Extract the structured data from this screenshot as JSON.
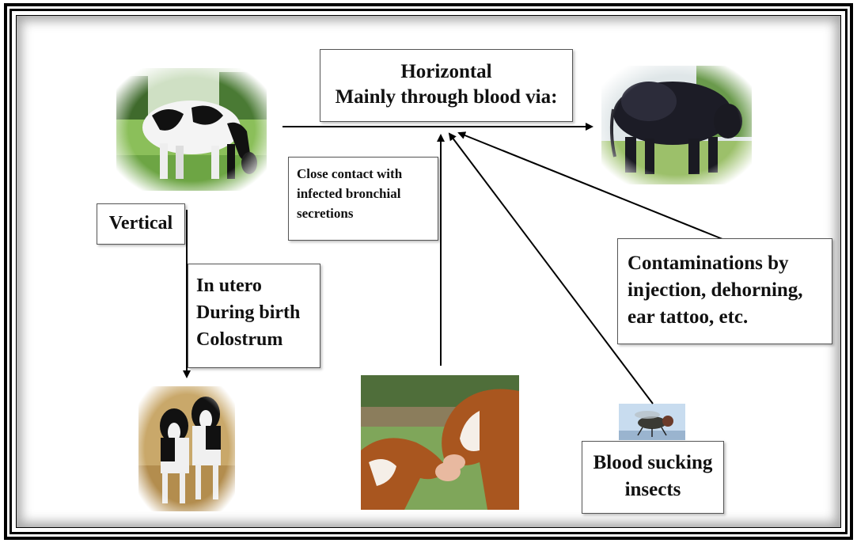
{
  "diagram": {
    "horizontal_box": {
      "line1": "Horizontal",
      "line2": "Mainly through blood via:"
    },
    "vertical_box": {
      "label": "Vertical"
    },
    "vertical_routes": {
      "line1": "In utero",
      "line2": "During birth",
      "line3": "Colostrum"
    },
    "close_contact_box": {
      "line1": "Close contact with",
      "line2": "infected bronchial",
      "line3": "secretions"
    },
    "contamination_box": {
      "line1": "Contaminations by",
      "line2": "injection, dehorning,",
      "line3": "ear tattoo, etc."
    },
    "insects_box": {
      "line1": "Blood sucking",
      "line2": "insects"
    }
  },
  "images": {
    "cow_mother": "holstein-cow-image",
    "bull": "black-bull-image",
    "calves": "holstein-calves-image",
    "cows_contact": "cows-nose-contact-image",
    "fly": "fly-insect-image"
  },
  "colors": {
    "line": "#000000",
    "text": "#111111",
    "box_border": "#555555"
  }
}
